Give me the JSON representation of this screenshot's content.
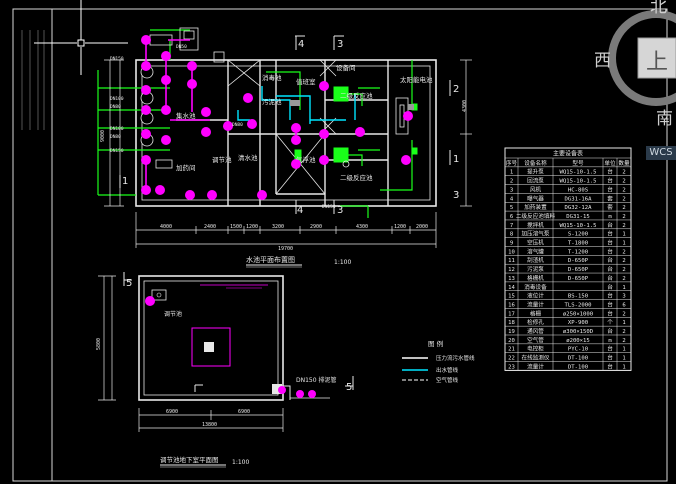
{
  "view": {
    "compass": {
      "north": "北",
      "west": "西",
      "south": "南",
      "center": "上",
      "wcs": "WCS"
    }
  },
  "plan": {
    "title": "水池平面布置图",
    "title_scale": "1:100",
    "sections": [
      "4",
      "3",
      "4",
      "3",
      "1",
      "1",
      "2",
      "3"
    ],
    "rooms": [
      "集水池",
      "调节池",
      "二级反应池",
      "二级反应池",
      "气浮池",
      "清水池",
      "消毒池",
      "污泥池",
      "加药间",
      "设备间",
      "值班室",
      "太阳能电池"
    ],
    "dims_bottom": [
      "4000",
      "2400",
      "1500",
      "1200",
      "3200",
      "2900",
      "4300",
      "1200",
      "2000"
    ],
    "dim_total": "19700",
    "dims_left": [
      "9000",
      "4300"
    ]
  },
  "lower": {
    "title": "调节池地下室平面图",
    "title_scale": "1:100",
    "dims_bottom": [
      "6900",
      "6900"
    ],
    "dim_left": "5800",
    "labels": [
      "调节池",
      "DN150 排泥管"
    ],
    "sections": [
      "5",
      "5"
    ]
  },
  "legend": {
    "title": "图 例",
    "items": [
      {
        "label": "压力流污水管线",
        "color": "#ffffff"
      },
      {
        "label": "出水管线",
        "color": "#00e5ff"
      },
      {
        "label": "空气管线",
        "color": "#ffffff"
      }
    ]
  },
  "table": {
    "title": "主要设备表",
    "headers": [
      "序号",
      "设备名称",
      "型号",
      "单位",
      "数量"
    ],
    "rows": [
      [
        "1",
        "提升泵",
        "WQ15-10-1.5",
        "台",
        "2"
      ],
      [
        "2",
        "回流泵",
        "WQ15-10-1.5",
        "台",
        "2"
      ],
      [
        "3",
        "风机",
        "HC-80S",
        "台",
        "2"
      ],
      [
        "4",
        "曝气器",
        "DG31-16A",
        "套",
        "2"
      ],
      [
        "5",
        "加药装置",
        "DG32-12A",
        "套",
        "2"
      ],
      [
        "6",
        "二级反应池填料",
        "DG31-15",
        "m",
        "2"
      ],
      [
        "7",
        "搅拌机",
        "WQ15-10-1.5",
        "台",
        "2"
      ],
      [
        "8",
        "加压溶气泵",
        "S-1200",
        "台",
        "1"
      ],
      [
        "9",
        "空压机",
        "T-1800",
        "台",
        "1"
      ],
      [
        "10",
        "溶气罐",
        "T-1200",
        "台",
        "2"
      ],
      [
        "11",
        "刮渣机",
        "D-650P",
        "台",
        "2"
      ],
      [
        "12",
        "污泥泵",
        "D-650P",
        "台",
        "2"
      ],
      [
        "13",
        "格栅机",
        "D-650P",
        "台",
        "2"
      ],
      [
        "14",
        "消毒设备",
        "",
        "台",
        "1"
      ],
      [
        "15",
        "液位计",
        "BS-150",
        "台",
        "3"
      ],
      [
        "16",
        "流量计",
        "TLS-2000",
        "台",
        "6"
      ],
      [
        "17",
        "格栅",
        "ø250×1000",
        "台",
        "2"
      ],
      [
        "18",
        "检修孔",
        "XP-900",
        "个",
        "1"
      ],
      [
        "19",
        "通风管",
        "ø300×150D",
        "台",
        "2"
      ],
      [
        "20",
        "空气管",
        "ø200×15",
        "m",
        "2"
      ],
      [
        "21",
        "电控柜",
        "PYC-10",
        "台",
        "1"
      ],
      [
        "22",
        "在线监测仪",
        "DT-100",
        "台",
        "1"
      ],
      [
        "23",
        "流量计",
        "DT-100",
        "台",
        "1"
      ]
    ]
  }
}
